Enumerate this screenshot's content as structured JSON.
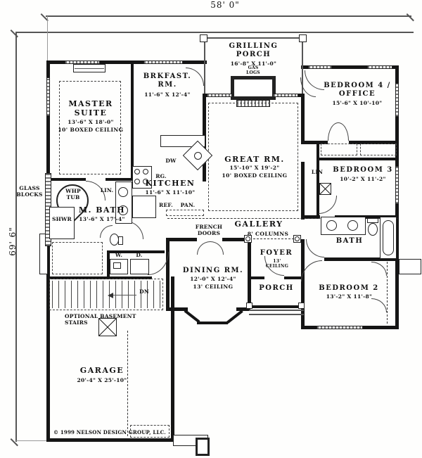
{
  "dimensions": {
    "width": "58' 0\"",
    "height": "69' 6\""
  },
  "rooms": {
    "grilling_porch": {
      "name": "GRILLING\nPORCH",
      "dims": "16'-8\" X 11'-0\""
    },
    "master_suite": {
      "name": "MASTER\nSUITE",
      "dims": "13'-6\" X 18'-0\"",
      "note": "10' BOXED CEILING"
    },
    "breakfast": {
      "name": "BRKFAST.\nRM.",
      "dims": "11'-6\" X 12'-4\""
    },
    "bedroom4": {
      "name": "BEDROOM 4 /\nOFFICE",
      "dims": "15'-6\" X 10'-10\""
    },
    "great_room": {
      "name": "GREAT RM.",
      "dims": "15'-10\" X 19'-2\"",
      "note": "10' BOXED CEILING"
    },
    "kitchen": {
      "name": "KITCHEN",
      "dims": "11'-6\" X 11'-10\""
    },
    "master_bath": {
      "name": "M. BATH",
      "dims": "13'-6\" X 17'-4\""
    },
    "bedroom3": {
      "name": "BEDROOM 3",
      "dims": "10'-2\" X 11'-2\""
    },
    "gallery": {
      "name": "GALLERY",
      "note": "8' COLUMNS"
    },
    "foyer": {
      "name": "FOYER",
      "note": "13' CEILING"
    },
    "dining": {
      "name": "DINING RM.",
      "dims": "12'-0\" X 12'-4\"",
      "note": "13' CEILING"
    },
    "porch": {
      "name": "PORCH"
    },
    "bath": {
      "name": "BATH"
    },
    "bedroom2": {
      "name": "BEDROOM 2",
      "dims": "13'-2\" X 11'-8\""
    },
    "garage": {
      "name": "GARAGE",
      "dims": "20'-4\" X 25'-10\""
    }
  },
  "fixtures": {
    "gas_logs": "GAS\nLOGS",
    "glass_blocks": "GLASS\nBLOCKS",
    "whirlpool_tub": "WHP\nTUB",
    "shower": "SHWR",
    "linen_master": "LIN.",
    "linen_hall": "LIN",
    "range": "RG.",
    "dishwasher": "DW",
    "refrigerator": "REF.",
    "pantry": "PAN.",
    "washer": "W.",
    "dryer": "D.",
    "down": "DN",
    "french_doors": "FRENCH\nDOORS",
    "optional_stairs": "OPTIONAL BASEMENT\nSTAIRS"
  },
  "footer": {
    "copyright": "© 1999 NELSON DESIGN GROUP, LLC."
  }
}
